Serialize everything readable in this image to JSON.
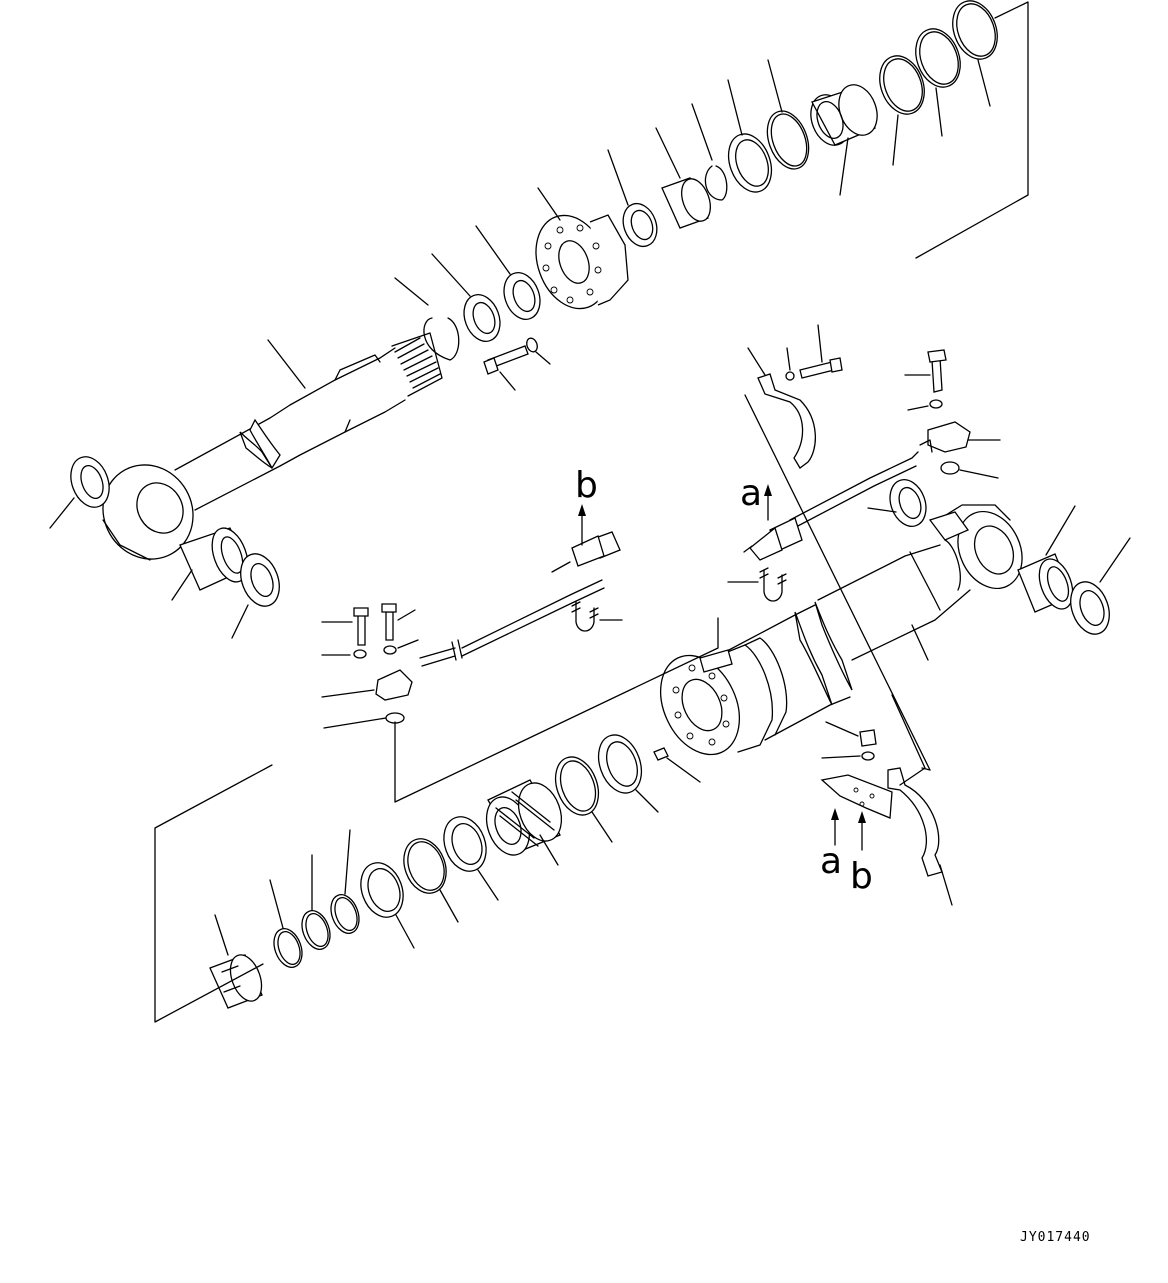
{
  "diagram": {
    "type": "exploded parts diagram",
    "callouts": {
      "a_upper": "a",
      "b_upper": "b",
      "a_lower": "a",
      "b_lower": "b"
    },
    "drawing_id": "JY017440"
  }
}
